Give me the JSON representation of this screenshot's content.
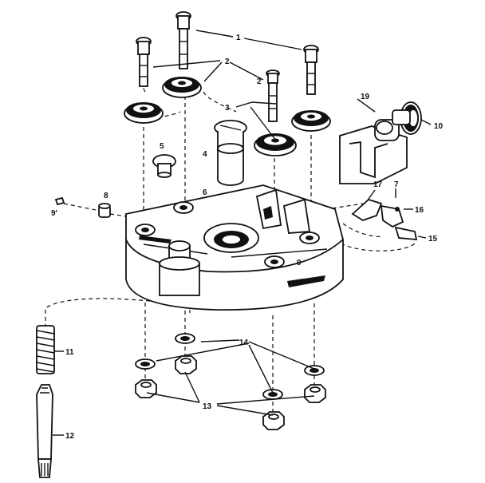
{
  "diagram": {
    "labels": {
      "l1": "1",
      "l2a": "2",
      "l2b": "2",
      "l3": "3",
      "l4": "4",
      "l5": "5",
      "l6": "6",
      "l7": "7",
      "l8": "8",
      "l9": "9",
      "l9p": "9'",
      "l10": "10",
      "l11": "11",
      "l12": "12",
      "l13": "13",
      "l14": "14",
      "l15": "15",
      "l16": "16",
      "l17": "17",
      "l19": "19"
    }
  }
}
